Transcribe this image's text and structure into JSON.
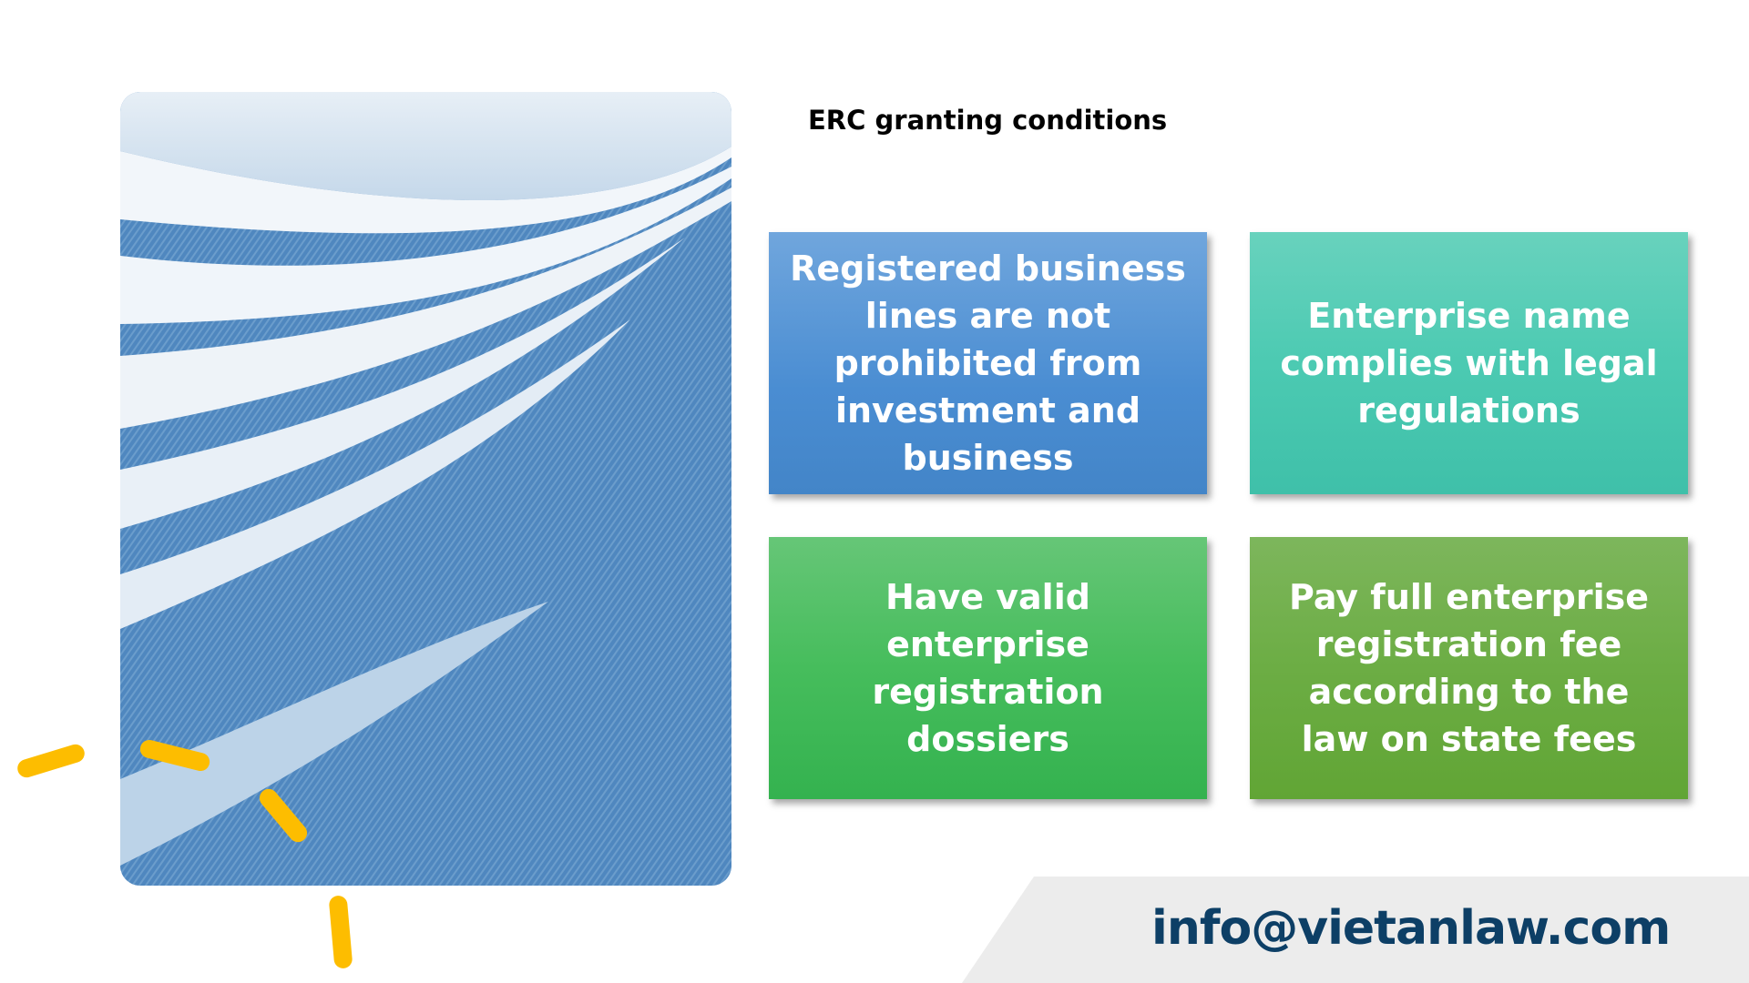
{
  "slide": {
    "title": "ERC granting conditions",
    "cards": [
      {
        "text": "Registered business lines are not prohibited from investment and business",
        "color": "#4a8dd2"
      },
      {
        "text": "Enterprise name complies with legal regulations",
        "color": "#4ccab2"
      },
      {
        "text": "Have valid enterprise registration dossiers",
        "color": "#46bd5c"
      },
      {
        "text": "Pay full enterprise registration fee according to the law on state fees",
        "color": "#6cad44"
      }
    ],
    "footer": {
      "email": "info@vietanlaw.com",
      "email_color": "#0d3f66",
      "background": "#ececec"
    },
    "decoration": {
      "image": "abstract-blue-architecture-photo",
      "accent_color": "#fdbd00"
    }
  }
}
